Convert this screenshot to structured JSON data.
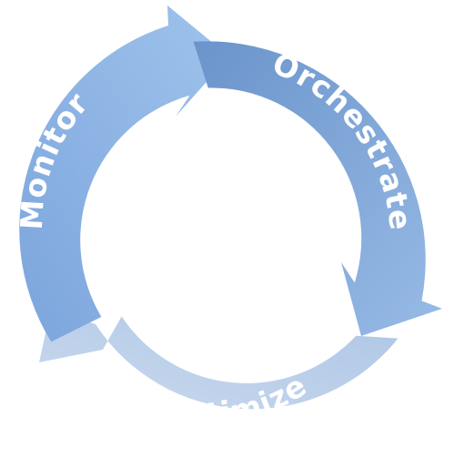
{
  "cycle": {
    "steps": [
      {
        "label": "Orchestrate",
        "color_from": "#6b94cb",
        "color_to": "#98bbe6"
      },
      {
        "label": "Optimize",
        "color_from": "#aec6e5",
        "color_to": "#c9d9ee"
      },
      {
        "label": "Monitor",
        "color_from": "#7ca5dc",
        "color_to": "#9fc3ec"
      }
    ]
  }
}
